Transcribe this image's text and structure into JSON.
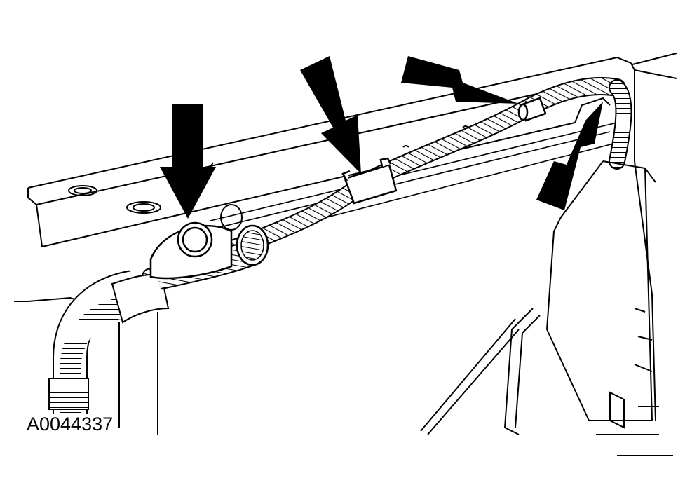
{
  "figure": {
    "id_label": "A0044337"
  },
  "colors": {
    "line": "#000000",
    "background": "#ffffff",
    "arrow": "#000000"
  },
  "callouts": [
    {
      "name": "arrow-grommet",
      "icon": "arrow-down-icon"
    },
    {
      "name": "arrow-clip",
      "icon": "arrow-down-icon"
    },
    {
      "name": "arrow-connector",
      "icon": "arrow-right-down-icon"
    },
    {
      "name": "arrow-corner",
      "icon": "arrow-up-right-icon"
    }
  ]
}
